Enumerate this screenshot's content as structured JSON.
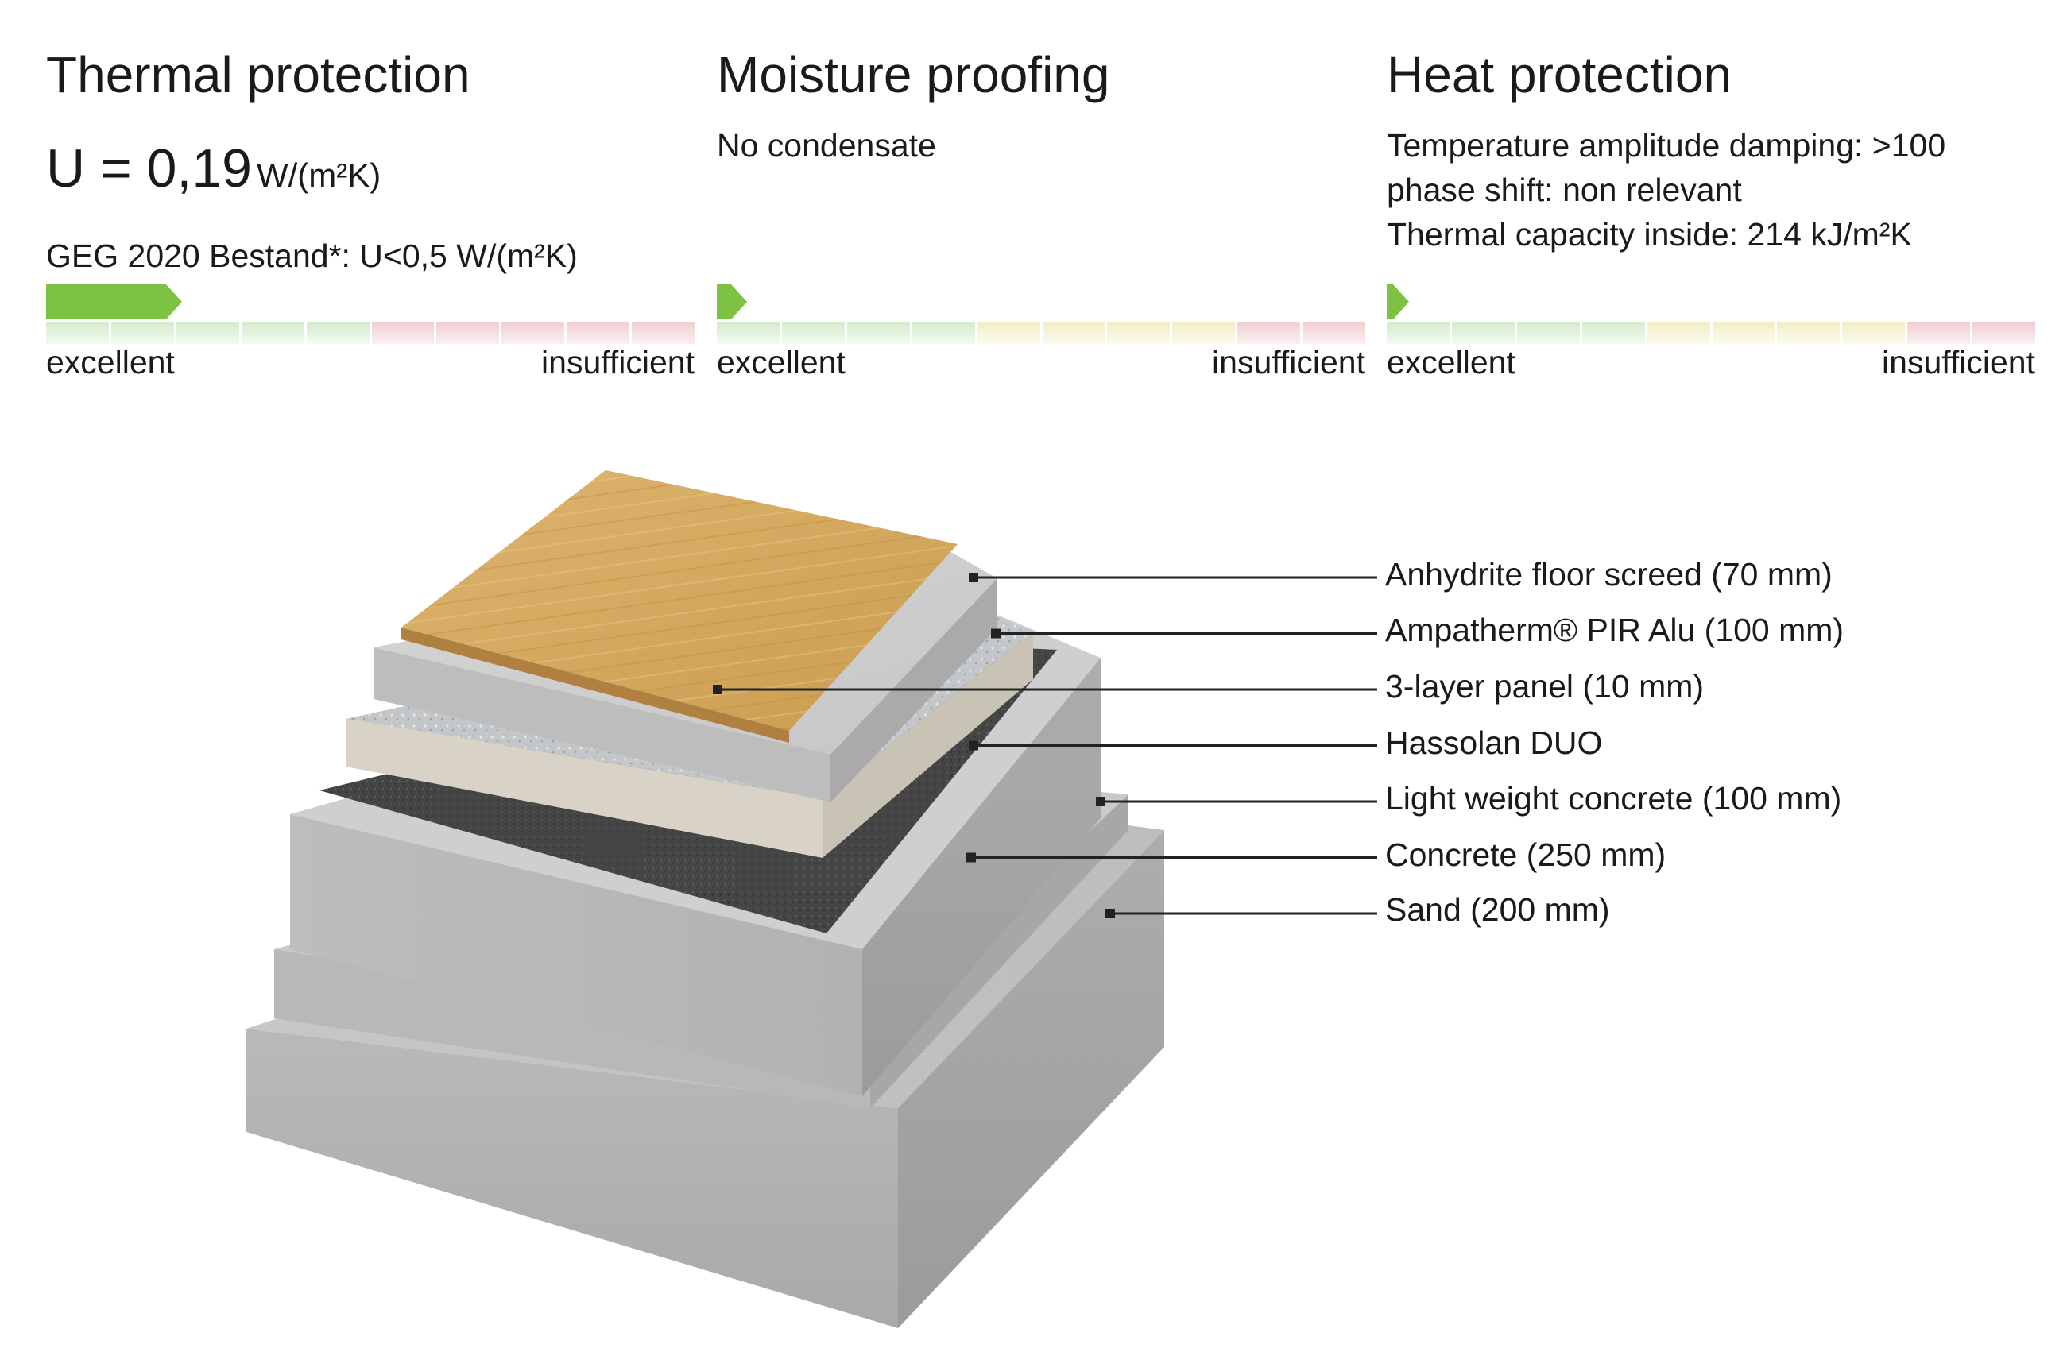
{
  "colors": {
    "rating_green": "#7dc242",
    "scale_good": "#d4eccc",
    "scale_mid": "#f3edc4",
    "scale_bad": "#f2cdd0",
    "leader_line": "#222222"
  },
  "panels": {
    "thermal": {
      "title": "Thermal protection",
      "u_value": "U = 0,19",
      "u_unit": "W/(m²K)",
      "requirement": "GEG 2020 Bestand*: U<0,5 W/(m²K)",
      "rating_fraction": 0.21,
      "scale_left": "excellent",
      "scale_right": "insufficient"
    },
    "moisture": {
      "title": "Moisture proofing",
      "result": "No condensate",
      "scale_left": "excellent",
      "scale_right": "insufficient"
    },
    "heat": {
      "title": "Heat protection",
      "line1": "Temperature amplitude damping: >100",
      "line2": "phase shift: non relevant",
      "line3": "Thermal capacity inside: 214 kJ/m²K",
      "scale_left": "excellent",
      "scale_right": "insufficient"
    }
  },
  "layers": [
    "Anhydrite floor screed (70 mm)",
    "Ampatherm® PIR Alu (100 mm)",
    "3-layer panel (10 mm)",
    "Hassolan DUO",
    "Light weight concrete (100 mm)",
    "Concrete (250 mm)",
    "Sand (200 mm)"
  ]
}
